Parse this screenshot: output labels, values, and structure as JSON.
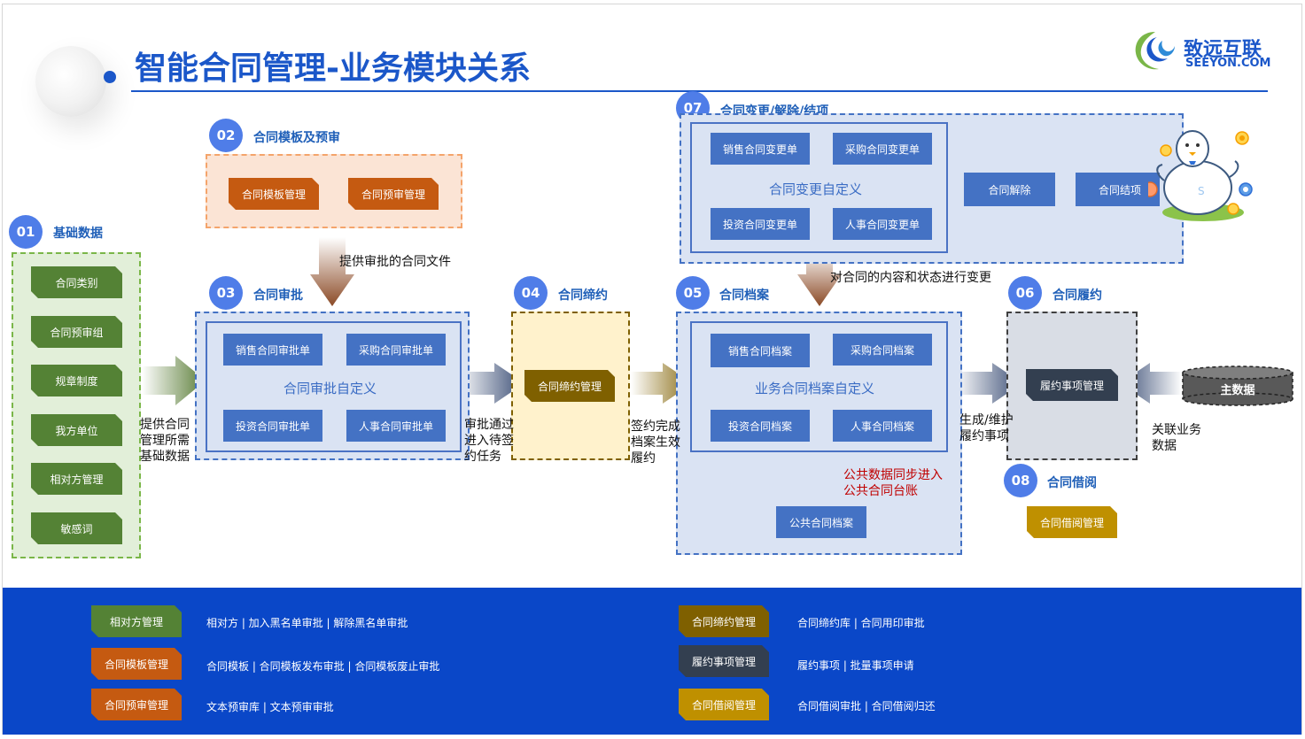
{
  "title": "智能合同管理-业务模块关系",
  "logo": {
    "name": "致远互联",
    "sub": "SEEYON.COM"
  },
  "sections": {
    "s01": {
      "num": "01",
      "label": "基础数据",
      "items": [
        "合同类别",
        "合同预审组",
        "规章制度",
        "我方单位",
        "相对方管理",
        "敏感词"
      ]
    },
    "s02": {
      "num": "02",
      "label": "合同模板及预审",
      "items": [
        "合同模板管理",
        "合同预审管理"
      ]
    },
    "s03": {
      "num": "03",
      "label": "合同审批",
      "items": [
        "销售合同审批单",
        "采购合同审批单",
        "投资合同审批单",
        "人事合同审批单"
      ],
      "center": "合同审批自定义"
    },
    "s04": {
      "num": "04",
      "label": "合同缔约",
      "item": "合同缔约管理"
    },
    "s05": {
      "num": "05",
      "label": "合同档案",
      "items": [
        "销售合同档案",
        "采购合同档案",
        "投资合同档案",
        "人事合同档案"
      ],
      "center": "业务合同档案自定义",
      "public": "公共合同档案"
    },
    "s06": {
      "num": "06",
      "label": "合同履约",
      "item": "履约事项管理"
    },
    "s07": {
      "num": "07",
      "label": "合同变更/解除/结项",
      "items": [
        "销售合同变更单",
        "采购合同变更单",
        "投资合同变更单",
        "人事合同变更单"
      ],
      "center": "合同变更自定义",
      "cancel": "合同解除",
      "finish": "合同结项"
    },
    "s08": {
      "num": "08",
      "label": "合同借阅",
      "item": "合同借阅管理"
    }
  },
  "master": "主数据",
  "notes": {
    "n1": "提供合同管理所需基础数据",
    "n2": "提供审批的合同文件",
    "n3": "审批通过进入待签约任务",
    "n4": "签约完成档案生效履约",
    "n5": "对合同的内容和状态进行变更",
    "n6": "公共数据同步进入公共合同台账",
    "n7": "生成/维护履约事项",
    "n8": "关联业务数据"
  },
  "legend": [
    {
      "tag": "相对方管理",
      "desc": "相对方 | 加入黑名单审批 | 解除黑名单审批",
      "color": "#548235"
    },
    {
      "tag": "合同模板管理",
      "desc": "合同模板 | 合同模板发布审批 | 合同模板废止审批",
      "color": "#c55a11"
    },
    {
      "tag": "合同预审管理",
      "desc": "文本预审库 | 文本预审审批",
      "color": "#c55a11"
    },
    {
      "tag": "合同缔约管理",
      "desc": "合同缔约库 | 合同用印审批",
      "color": "#7f6000"
    },
    {
      "tag": "履约事项管理",
      "desc": "履约事项 | 批量事项申请",
      "color": "#333f50"
    },
    {
      "tag": "合同借阅管理",
      "desc": "合同借阅审批 | 合同借阅归还",
      "color": "#bf9000"
    }
  ],
  "colors": {
    "primary": "#1b57c9",
    "band": "#0a47c8",
    "green": "#548235",
    "orange": "#c55a11",
    "blue": "#4472c4"
  }
}
